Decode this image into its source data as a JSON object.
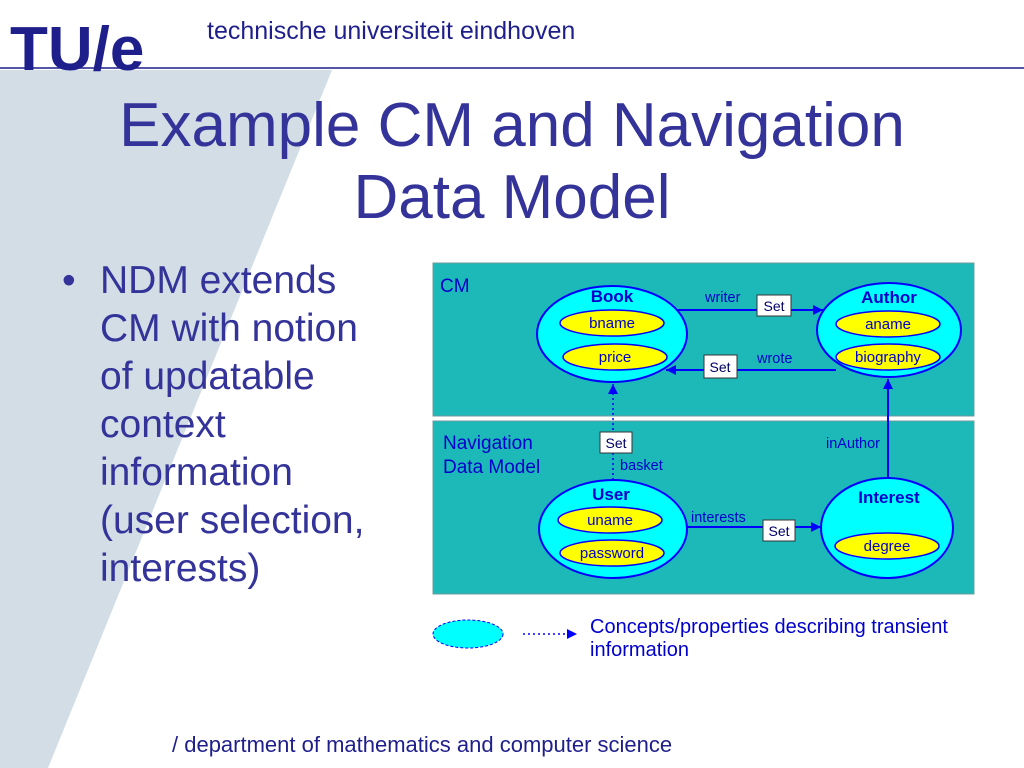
{
  "header": {
    "logo_text": "TU/e",
    "university": "technische universiteit eindhoven"
  },
  "slide": {
    "title_line1": "Example CM and Navigation",
    "title_line2": "Data Model",
    "bullet": {
      "symbol": "•",
      "lines": [
        "NDM extends",
        "CM with notion",
        "of updatable",
        "context",
        "information",
        "(user selection,",
        "interests)"
      ]
    },
    "footer": "/ department of mathematics and computer science"
  },
  "diagram": {
    "cm_label": "CM",
    "ndm_label_line1": "Navigation",
    "ndm_label_line2": "Data Model",
    "concepts": {
      "book": {
        "name": "Book",
        "properties": [
          "bname",
          "price"
        ]
      },
      "author": {
        "name": "Author",
        "properties": [
          "aname",
          "biography"
        ]
      },
      "user": {
        "name": "User",
        "properties": [
          "uname",
          "password"
        ]
      },
      "interest": {
        "name": "Interest",
        "properties": [
          "degree"
        ]
      }
    },
    "relations": {
      "writer": {
        "label": "writer",
        "type": "Set"
      },
      "wrote": {
        "label": "wrote",
        "type": "Set"
      },
      "basket": {
        "label": "basket",
        "type": "Set"
      },
      "interests": {
        "label": "interests",
        "type": "Set"
      },
      "inAuthor": {
        "label": "inAuthor"
      }
    },
    "legend": {
      "line1": "Concepts/properties describing transient",
      "line2": "information"
    }
  },
  "colors": {
    "background_band": "#d2dde5",
    "model_box_fill": "#1db9b9",
    "concept_fill": "#00ffff",
    "property_fill": "#ffff00",
    "title": "#333399",
    "brand_navy": "#1f1f8c",
    "diagram_text": "#0000cc",
    "white": "#ffffff"
  }
}
